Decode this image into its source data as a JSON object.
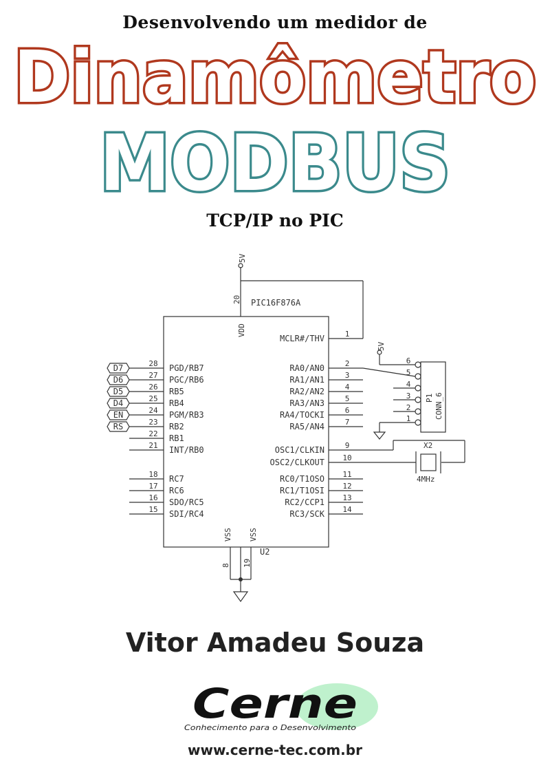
{
  "cover": {
    "pretitle": "Desenvolvendo um medidor de",
    "title": "Dinamômetro",
    "title_color": "#b0381e",
    "subtitle": "MODBUS",
    "subtitle_color": "#3b8a8c",
    "subtitle2": "TCP/IP no PIC",
    "author": "Vitor Amadeu Souza",
    "website": "www.cerne-tec.com.br"
  },
  "logo": {
    "name": "Cerne",
    "tagline": "Conhecimento para o Desenvolvimento",
    "accent_color": "#b8f0c8"
  },
  "schematic": {
    "chip_name": "PIC16F876A",
    "ref": "U2",
    "vdd_label": "VDD",
    "vdd_pin": "20",
    "vss_label": "VSS",
    "vss_pins": [
      "8",
      "19"
    ],
    "supply_symbol": "5V",
    "left_pins": [
      {
        "num": "28",
        "name": "PGD/RB7",
        "tag": "D7"
      },
      {
        "num": "27",
        "name": "PGC/RB6",
        "tag": "D6"
      },
      {
        "num": "26",
        "name": "RB5",
        "tag": "D5"
      },
      {
        "num": "25",
        "name": "RB4",
        "tag": "D4"
      },
      {
        "num": "24",
        "name": "PGM/RB3",
        "tag": "EN"
      },
      {
        "num": "23",
        "name": "RB2",
        "tag": "RS"
      },
      {
        "num": "22",
        "name": "RB1",
        "tag": ""
      },
      {
        "num": "21",
        "name": "INT/RB0",
        "tag": ""
      },
      {
        "num": "18",
        "name": "RC7",
        "tag": ""
      },
      {
        "num": "17",
        "name": "RC6",
        "tag": ""
      },
      {
        "num": "16",
        "name": "SDO/RC5",
        "tag": ""
      },
      {
        "num": "15",
        "name": "SDI/RC4",
        "tag": ""
      }
    ],
    "right_pins": [
      {
        "num": "1",
        "name": "MCLR#/THV"
      },
      {
        "num": "2",
        "name": "RA0/AN0"
      },
      {
        "num": "3",
        "name": "RA1/AN1"
      },
      {
        "num": "4",
        "name": "RA2/AN2"
      },
      {
        "num": "5",
        "name": "RA3/AN3"
      },
      {
        "num": "6",
        "name": "RA4/TOCKI"
      },
      {
        "num": "7",
        "name": "RA5/AN4"
      },
      {
        "num": "9",
        "name": "OSC1/CLKIN"
      },
      {
        "num": "10",
        "name": "OSC2/CLKOUT"
      },
      {
        "num": "11",
        "name": "RC0/T1OSO"
      },
      {
        "num": "12",
        "name": "RC1/T1OSI"
      },
      {
        "num": "13",
        "name": "RC2/CCP1"
      },
      {
        "num": "14",
        "name": "RC3/SCK"
      }
    ],
    "connector": {
      "ref": "P1",
      "name": "CONN_6",
      "pins": [
        "6",
        "5",
        "4",
        "3",
        "2",
        "1"
      ]
    },
    "crystal": {
      "ref": "X2",
      "value": "4MHz"
    }
  }
}
